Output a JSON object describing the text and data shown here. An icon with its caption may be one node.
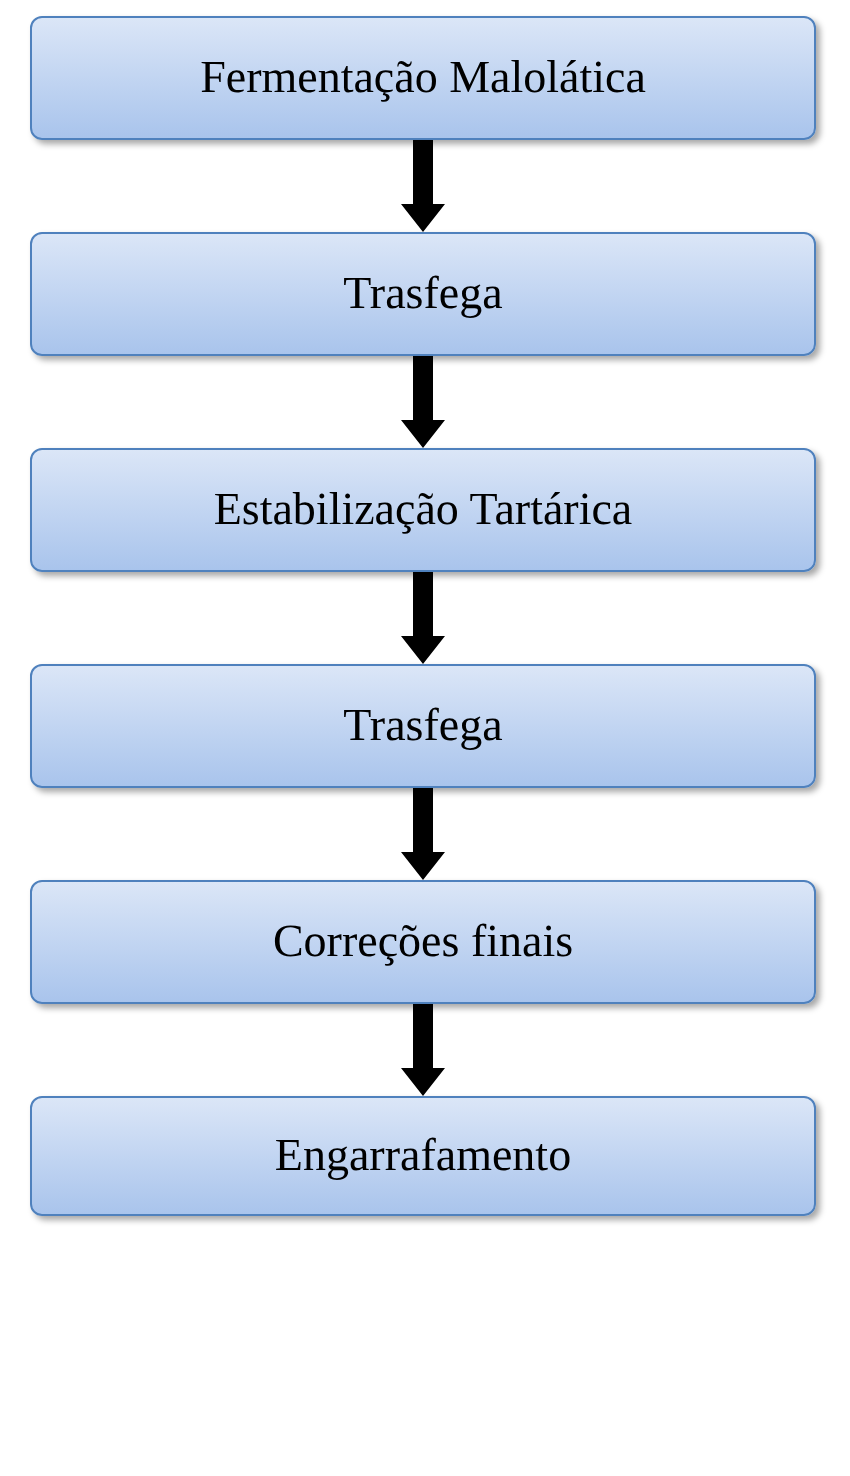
{
  "diagram": {
    "nodes": [
      {
        "text": [
          "Fermentação Malolática"
        ]
      },
      {
        "text": [
          "Trasfega"
        ]
      },
      {
        "text": [
          "Estabilização Tartárica"
        ]
      },
      {
        "text": [
          "Trasfega"
        ]
      },
      {
        "text": [
          "Correções finais"
        ]
      },
      {
        "text": [
          "Engarrafamento"
        ]
      }
    ],
    "edges": [
      {
        "from": 0,
        "to": 1,
        "arrow": "to"
      },
      {
        "from": 1,
        "to": 2,
        "arrow": "to"
      },
      {
        "from": 2,
        "to": 3,
        "arrow": "to"
      },
      {
        "from": 3,
        "to": 4,
        "arrow": "to"
      },
      {
        "from": 4,
        "to": 5,
        "arrow": "to"
      }
    ]
  }
}
